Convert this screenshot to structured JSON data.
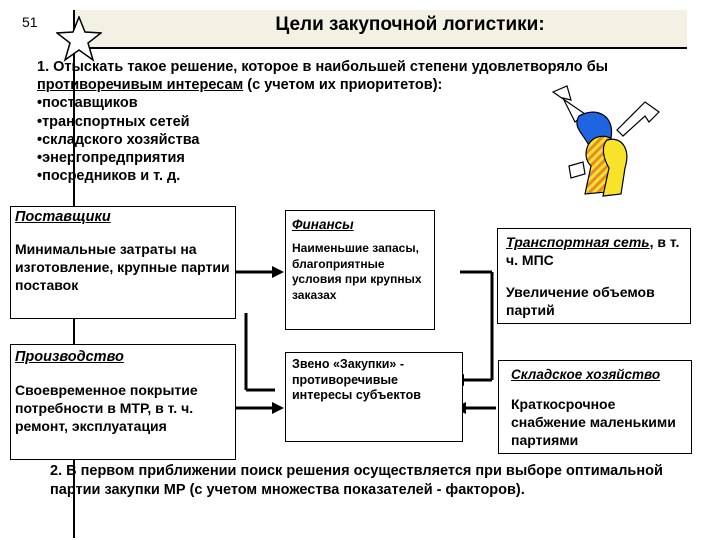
{
  "slide_number": "51",
  "title": "Цели закупочной логистики:",
  "goal_1": {
    "line1": "1. Отыскать такое решение, которое в наибольшей степени удовлетворяло бы",
    "line2_underlined": "противоречивым интересам",
    "line2_rest": " (с учетом их приоритетов):",
    "bullets": [
      "•поставщиков",
      "•транспортных сетей",
      "•складского хозяйства",
      "•энергопредприятия",
      "•посредников и т. д."
    ]
  },
  "boxes": {
    "suppliers": {
      "header": "Поставщики",
      "text": "Минимальные затраты на изготовление, крупные партии поставок"
    },
    "finance": {
      "header": "Финансы",
      "text": "Наименьшие запасы, благоприятные условия при крупных заказах"
    },
    "transport": {
      "header": "Транспортная сеть",
      "header_suffix": ", в т. ч. МПС",
      "text": "Увеличение объемов партий"
    },
    "production": {
      "header": "Производство",
      "text": "Своевременное покрытие потребности в МТР, в т. ч. ремонт, эксплуатация"
    },
    "center": {
      "text": "Звено «Закупки» - противоречивые интересы субъектов"
    },
    "warehouse": {
      "header": "Складское хозяйство",
      "text": "Краткосрочное снабжение маленькими партиями"
    }
  },
  "goal_2": "2. В первом приближении поиск решения осуществляется при выборе оптимальной партии закупки МР (с учетом множества показателей - факторов).",
  "colors": {
    "title_band": "#f2f1e3",
    "figure_blue": "#1f64e0",
    "figure_yellow": "#f6e32a",
    "figure_orange": "#e58a2e"
  },
  "icons": [
    "star-icon",
    "tug-of-war-figures-icon"
  ]
}
